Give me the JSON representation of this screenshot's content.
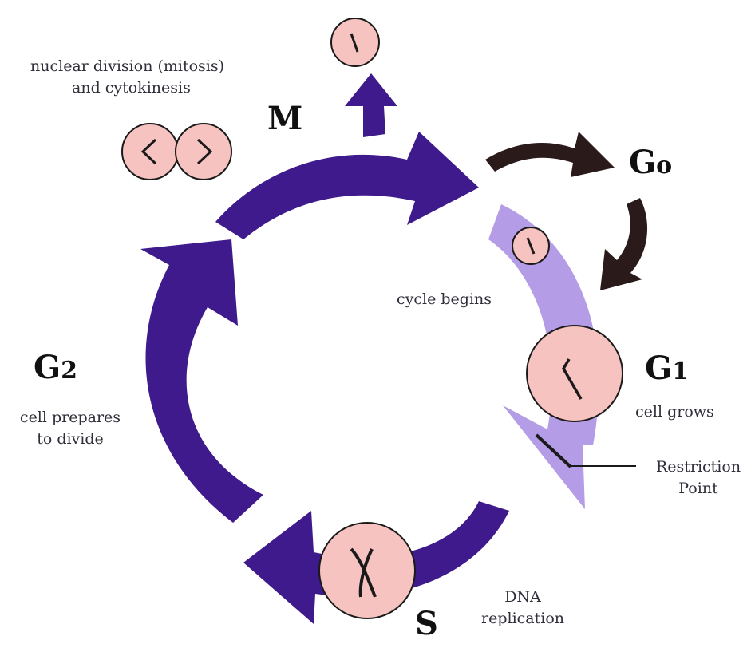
{
  "phases": {
    "m": "M",
    "g0": "G0",
    "g1": "G1",
    "g2": "G2",
    "s": "S"
  },
  "labels": {
    "mitosis_line1": "nuclear division (mitosis)",
    "mitosis_line2": "and cytokinesis",
    "cycle_begins": "cycle begins",
    "cell_grows": "cell grows",
    "restriction_line1": "Restriction",
    "restriction_line2": "Point",
    "g2_line1": "cell prepares",
    "g2_line2": "to divide",
    "s_line1": "DNA",
    "s_line2": "replication"
  },
  "colors": {
    "dark_purple": "#3e1a8c",
    "light_purple": "#b49ce6",
    "cell_pink": "#f7c3c0",
    "g0_arrow": "#2a1a1a"
  }
}
